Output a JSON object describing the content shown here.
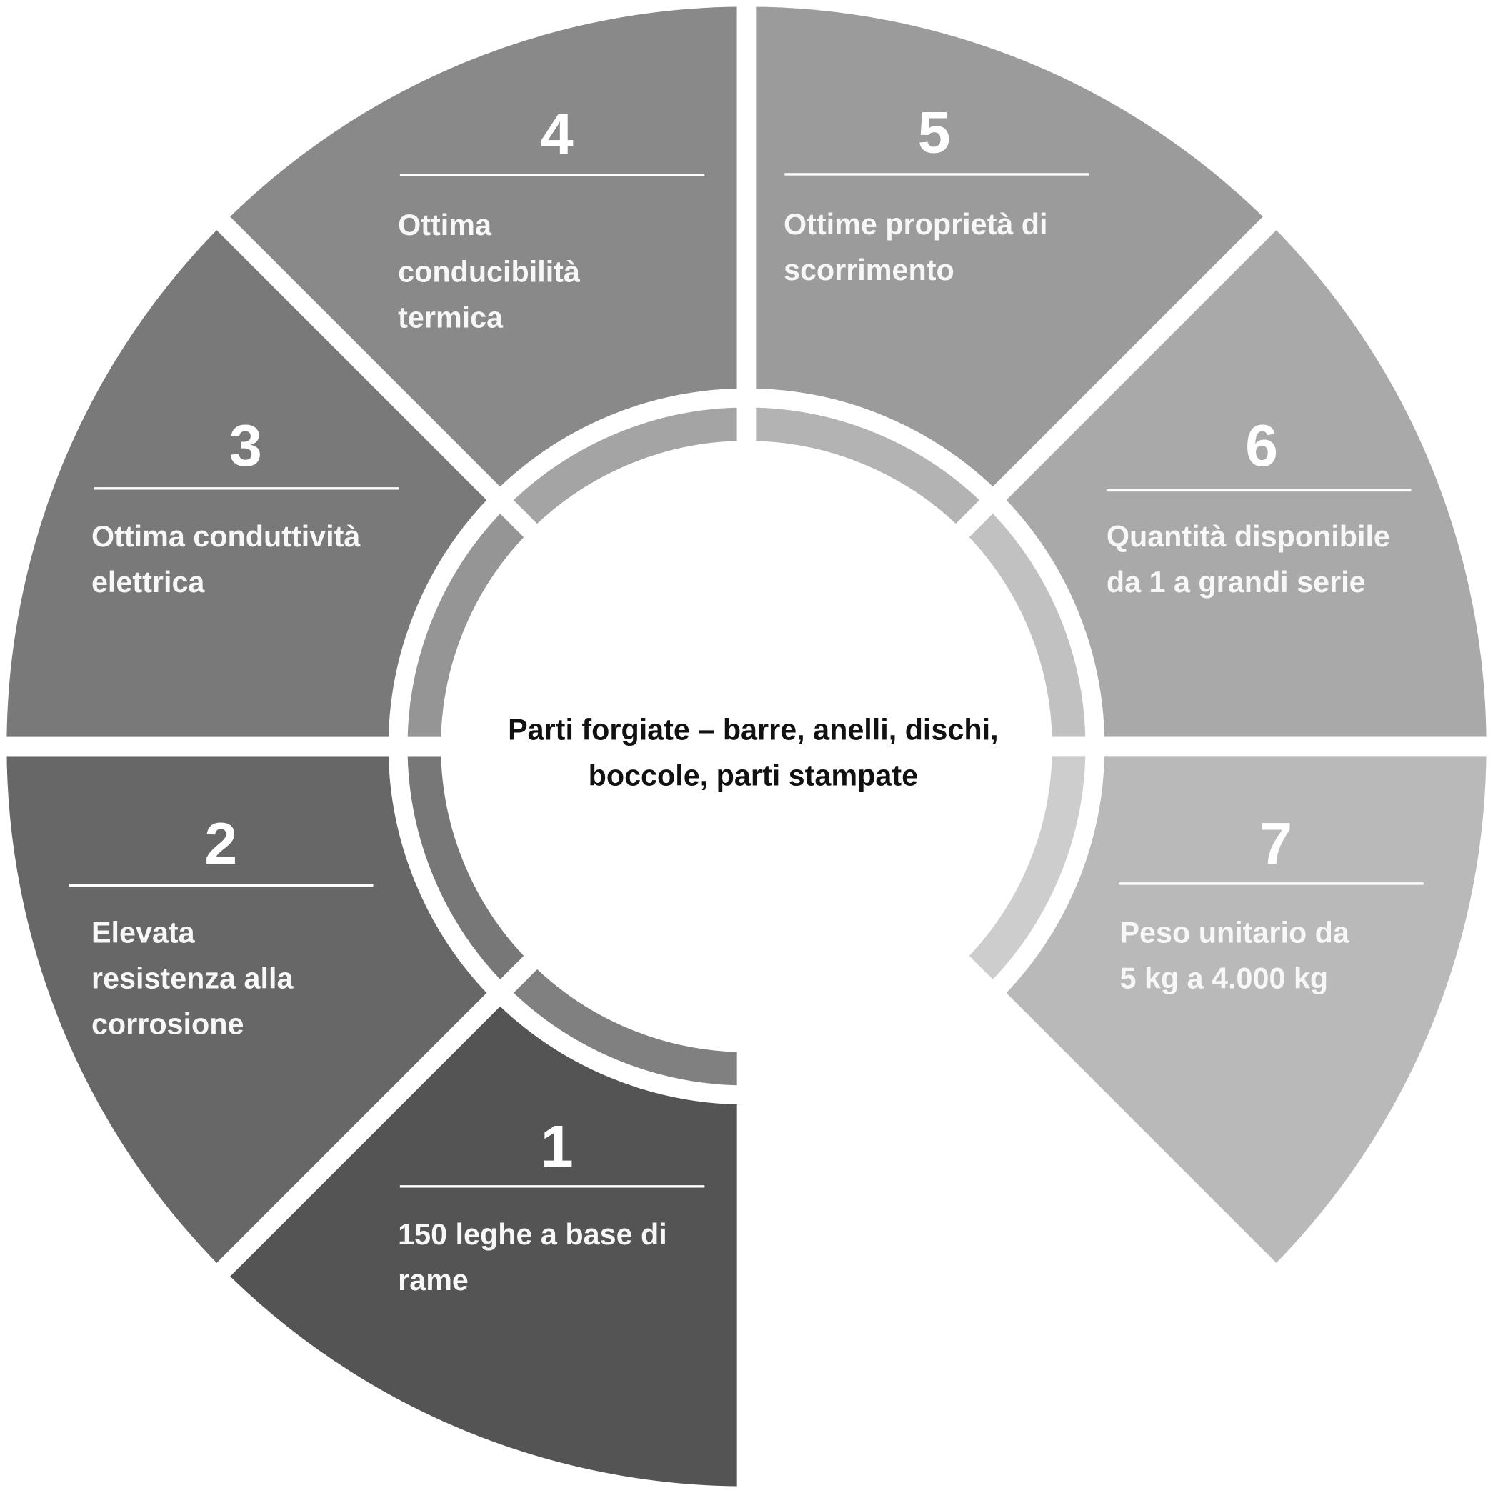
{
  "center": {
    "lines": [
      "Parti forgiate – barre, anelli, dischi,",
      "boccole, parti stampate"
    ]
  },
  "segments": [
    {
      "number": "1",
      "lines": [
        "150 leghe a base di",
        "rame"
      ],
      "color": "#545454",
      "ring_color": "#808080"
    },
    {
      "number": "2",
      "lines": [
        "Elevata",
        "resistenza alla",
        "corrosione"
      ],
      "color": "#676767",
      "ring_color": "#777777"
    },
    {
      "number": "3",
      "lines": [
        "Ottima conduttività",
        "elettrica"
      ],
      "color": "#797979",
      "ring_color": "#959595"
    },
    {
      "number": "4",
      "lines": [
        "Ottima",
        "conducibilità",
        "termica"
      ],
      "color": "#898989",
      "ring_color": "#a4a4a4"
    },
    {
      "number": "5",
      "lines": [
        "Ottime proprietà di",
        "scorrimento"
      ],
      "color": "#9b9b9b",
      "ring_color": "#b3b3b3"
    },
    {
      "number": "6",
      "lines": [
        "Quantità disponibile",
        "da 1 a grandi serie"
      ],
      "color": "#a9a9a9",
      "ring_color": "#c1c1c1"
    },
    {
      "number": "7",
      "lines": [
        "Peso unitario da",
        "5 kg a 4.000 kg"
      ],
      "color": "#b9b9b9",
      "ring_color": "#cdcdcd"
    }
  ]
}
